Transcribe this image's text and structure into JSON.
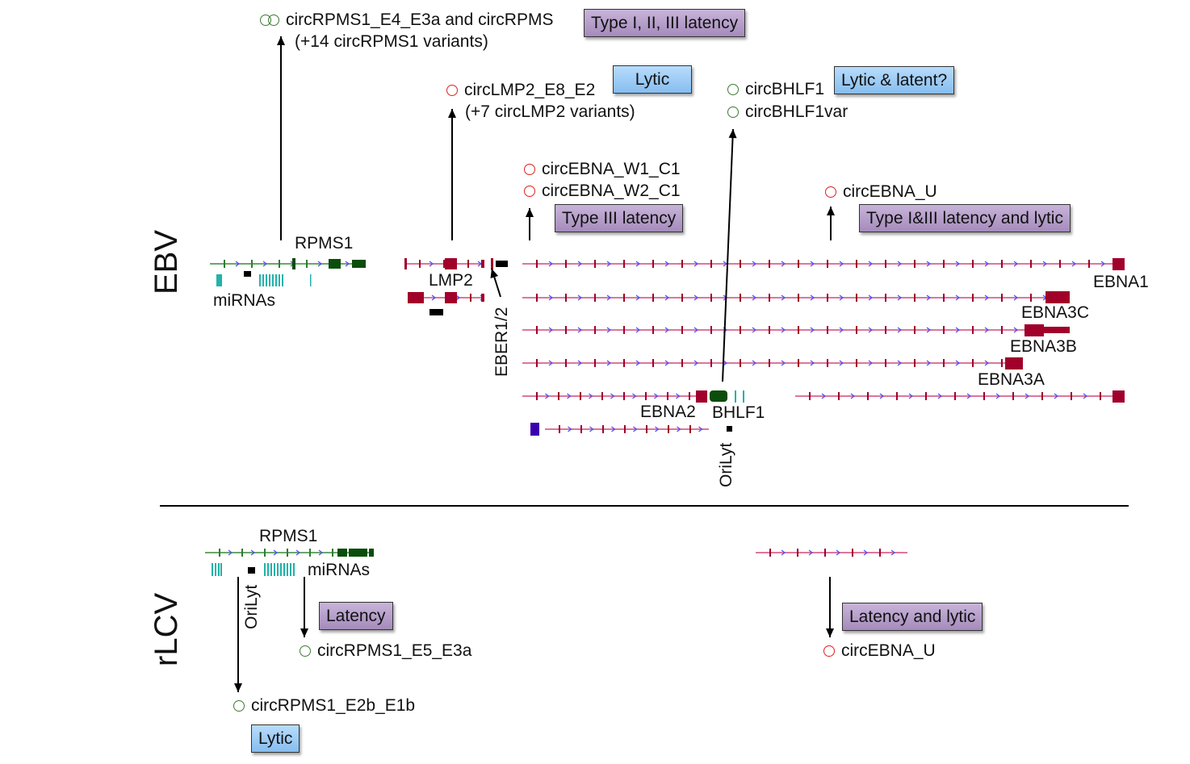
{
  "section_labels": {
    "ebv": "EBV",
    "rlcv": "rLCV"
  },
  "gene_labels": {
    "rpms1": "RPMS1",
    "mirnas": "miRNAs",
    "lmp2": "LMP2",
    "eber": "EBER1/2",
    "ebna1": "EBNA1",
    "ebna3c": "EBNA3C",
    "ebna3b": "EBNA3B",
    "ebna3a": "EBNA3A",
    "ebna2": "EBNA2",
    "bhlf1": "BHLF1",
    "orilyt": "OriLyt",
    "rlcv_rpms1": "RPMS1",
    "rlcv_mirnas": "miRNAs",
    "rlcv_orilyt": "OriLyt"
  },
  "circrnas": {
    "rpms1_line1": "circRPMS1_E4_E3a and circRPMS",
    "rpms1_line2": "(+14 circRPMS1 variants)",
    "lmp2_line1": "circLMP2_E8_E2",
    "lmp2_line2": "(+7 circLMP2 variants)",
    "bhlf1": "circBHLF1",
    "bhlf1var": "circBHLF1var",
    "ebna_w1": "circEBNA_W1_C1",
    "ebna_w2": "circEBNA_W2_C1",
    "ebna_u": "circEBNA_U",
    "rlcv_rpms1_e5": "circRPMS1_E5_E3a",
    "rlcv_rpms1_e2b": "circRPMS1_E2b_E1b",
    "rlcv_ebna_u": "circEBNA_U"
  },
  "expression_tags": {
    "rpms1": "Type I, II, III latency",
    "lmp2": "Lytic",
    "bhlf1": "Lytic & latent?",
    "ebna_w": "Type III latency",
    "ebna_u": "Type I&III latency and lytic",
    "rlcv_rpms1_e5": "Latency",
    "rlcv_ebna_u": "Latency and lytic",
    "rlcv_rpms1_e2b": "Lytic"
  },
  "colors": {
    "latency_tag": "#b49ccb",
    "lytic_tag": "#9ccbf5",
    "rpms1_gene": "#0b4d0b",
    "ebna_gene": "#a0002a",
    "mirna": "#22b2aa",
    "intron_arrow": "#5050ff",
    "circle_green": "#3f7a34",
    "circle_red": "#e0201c"
  }
}
